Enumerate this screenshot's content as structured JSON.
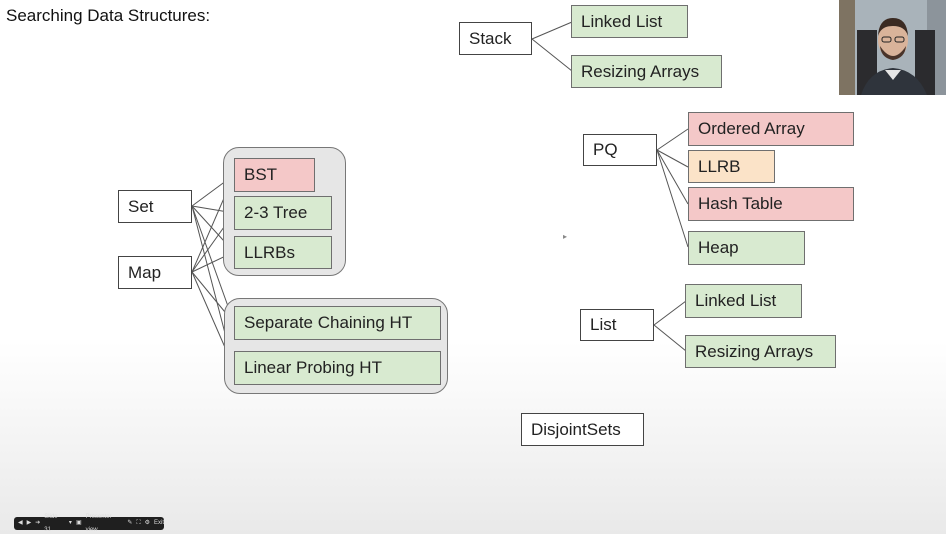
{
  "slide": {
    "title": "Searching Data Structures:"
  },
  "nodes": {
    "stack": "Stack",
    "stack_linked_list": "Linked List",
    "stack_resizing_arrays": "Resizing Arrays",
    "pq": "PQ",
    "pq_ordered_array": "Ordered Array",
    "pq_llrb": "LLRB",
    "pq_hash_table": "Hash Table",
    "pq_heap": "Heap",
    "set": "Set",
    "map": "Map",
    "bst": "BST",
    "two_three_tree": "2-3 Tree",
    "llrbs": "LLRBs",
    "separate_chaining_ht": "Separate Chaining HT",
    "linear_probing_ht": "Linear Probing HT",
    "list": "List",
    "list_linked_list": "Linked List",
    "list_resizing_arrays": "Resizing Arrays",
    "disjoint_sets": "DisjointSets"
  },
  "colors": {
    "good": "#d8ead0",
    "bad": "#f4c8c8",
    "partial": "#fbe3c8"
  },
  "presenter_toolbar": {
    "slide_label": "Slide 31",
    "presenter_view_label": "Presenter view",
    "exit_label": "Exit"
  }
}
